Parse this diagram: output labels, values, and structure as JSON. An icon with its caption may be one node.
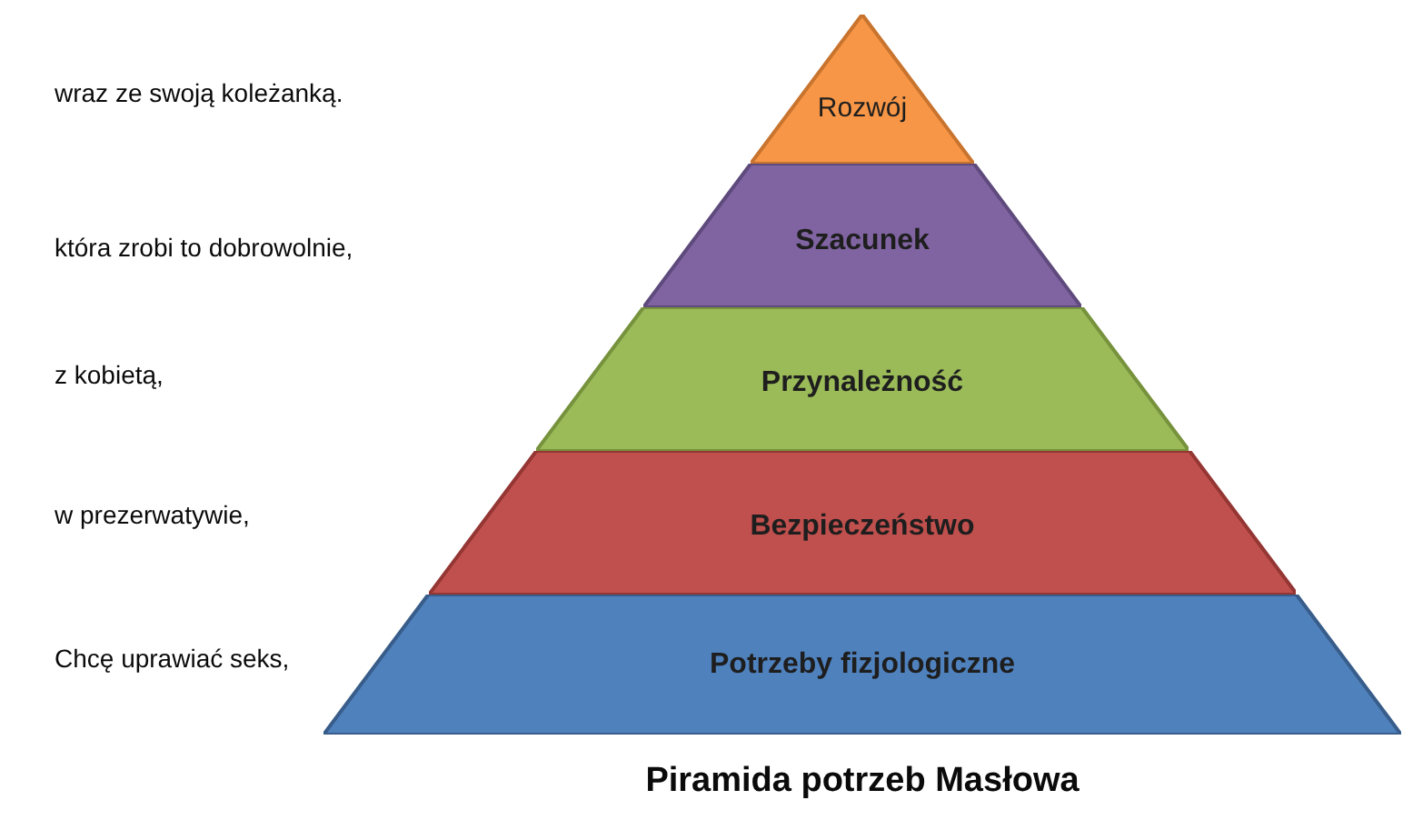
{
  "diagram": {
    "caption": "Piramida potrzeb Masłowa",
    "nodes": [
      {
        "text": [
          "Rozwój"
        ]
      },
      {
        "text": [
          "Szacunek"
        ]
      },
      {
        "text": [
          "Przynależność"
        ]
      },
      {
        "text": [
          "Bezpieczeństwo"
        ]
      },
      {
        "text": [
          "Potrzeby fizjologiczne"
        ]
      }
    ],
    "labels": [
      "wraz ze swoją koleżanką.",
      "która zrobi to dobrowolnie,",
      "z kobietą,",
      "w prezerwatywie,",
      "Chcę uprawiać seks,"
    ]
  }
}
